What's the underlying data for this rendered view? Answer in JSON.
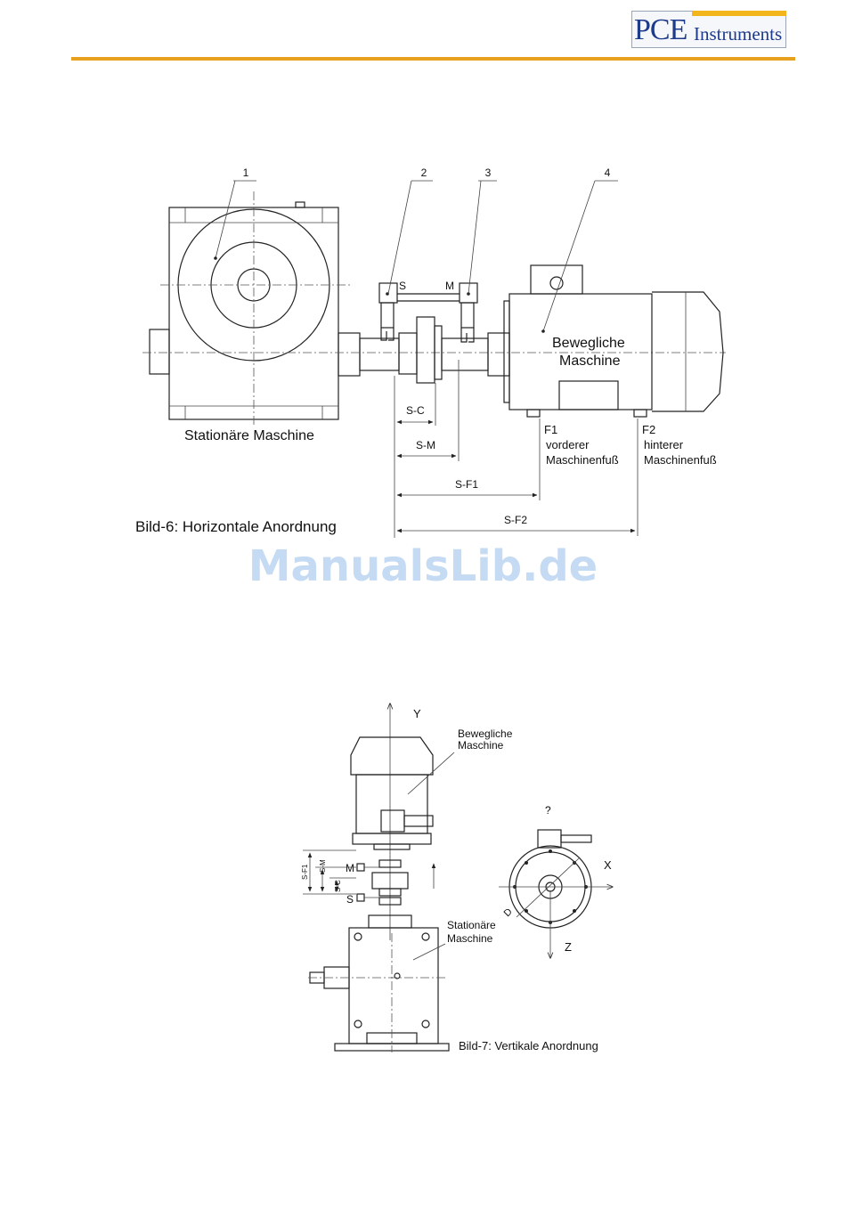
{
  "header": {
    "brand_pce": "PCE",
    "brand_instruments": "Instruments",
    "accent": "#e7a11f",
    "brand_color": "#1e3a8a"
  },
  "figure6": {
    "callouts": [
      "1",
      "2",
      "3",
      "4"
    ],
    "label_s": "S",
    "label_m": "M",
    "moving_machine": "Bewegliche\nMaschine",
    "moving_machine_l1": "Bewegliche",
    "moving_machine_l2": "Maschine",
    "stationary_machine": "Stationäre Maschine",
    "dim_sc": "S-C",
    "dim_sm": "S-M",
    "dim_sf1": "S-F1",
    "dim_sf2": "S-F2",
    "f1": "F1",
    "f1_l1": "vorderer",
    "f1_l2": "Maschinenfuß",
    "f2": "F2",
    "f2_l1": "hinterer",
    "f2_l2": "Maschinenfuß",
    "caption": "Bild-6: Horizontale Anordnung"
  },
  "watermark": "ManualsLib.de",
  "figure7": {
    "axis_y": "Y",
    "axis_x": "X",
    "axis_z": "Z",
    "question": "?",
    "label_d": "D",
    "moving_l1": "Bewegliche",
    "moving_l2": "Maschine",
    "stationary_l1": "Stationäre",
    "stationary_l2": "Maschine",
    "label_m": "M",
    "label_s": "S",
    "dim_sf1": "S-F1",
    "dim_sm": "S-M",
    "dim_sc": "S-C",
    "caption": "Bild-7: Vertikale Anordnung"
  }
}
